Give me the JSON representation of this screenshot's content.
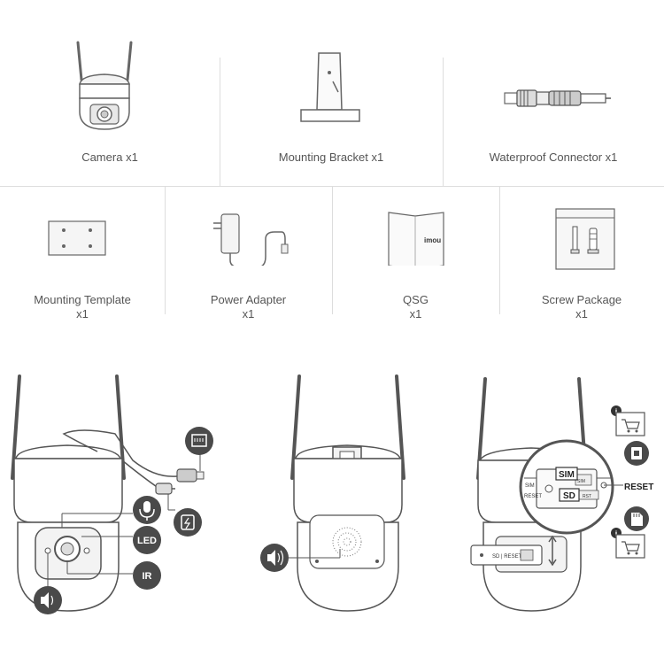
{
  "package_contents": {
    "row1": [
      {
        "name": "Camera",
        "qty": "x1"
      },
      {
        "name": "Mounting Bracket",
        "qty": "x1"
      },
      {
        "name": "Waterproof Connector",
        "qty": "x1"
      }
    ],
    "row2": [
      {
        "name": "Mounting Template",
        "qty": "x1"
      },
      {
        "name": "Power Adapter",
        "qty": "x1"
      },
      {
        "name": "QSG",
        "qty": "x1"
      },
      {
        "name": "Screw Package",
        "qty": "x1"
      }
    ],
    "qsg_logo": "imou"
  },
  "callouts": {
    "led": "LED",
    "ir": "IR",
    "sim": "SIM",
    "sd": "SD",
    "reset": "RESET",
    "rst": "RST",
    "sim_small": "SIM",
    "reset_small": "RESET",
    "slot_label": "SD | RESET"
  },
  "icons": {
    "ethernet": "ethernet-port-icon",
    "mic": "microphone-icon",
    "power": "power-plug-icon",
    "speaker": "speaker-icon",
    "info": "info-icon",
    "cart": "cart-icon",
    "sd_card": "sd-card-icon",
    "sim_card": "sim-card-icon"
  },
  "colors": {
    "badge": "#4a4a4a",
    "line": "#555555",
    "divider": "#dddddd"
  }
}
